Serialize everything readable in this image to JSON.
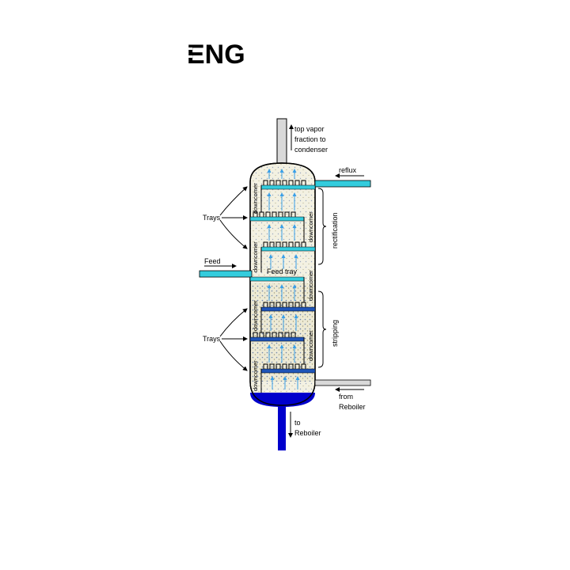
{
  "logo_text": "ENG",
  "labels": {
    "top_vapor": [
      "top vapor",
      "fraction to",
      "condenser"
    ],
    "reflux": "reflux",
    "trays_upper": "Trays",
    "trays_lower": "Trays",
    "feed": "Feed",
    "feed_tray": "Feed tray",
    "rectification": "rectification",
    "stripping": "stripping",
    "from_reboiler": [
      "from",
      "Reboiler"
    ],
    "to_reboiler": [
      "to",
      "Reboiler"
    ],
    "downcomer": "downcomer"
  },
  "colors": {
    "liquid_light": "#33ccdd",
    "liquid_dark": "#1f55b8",
    "vapor_arrow": "#3aa0e8",
    "pipe_vapor": "#d9d9d9",
    "bottoms_liquid": "#0000cc"
  }
}
